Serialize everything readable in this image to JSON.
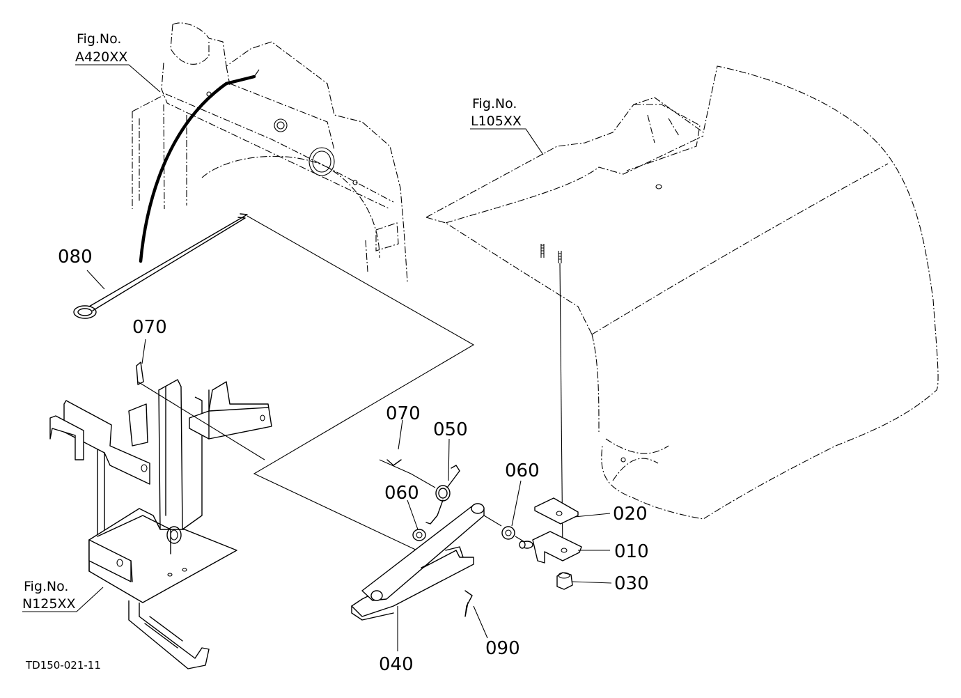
{
  "parts": {
    "p010": "010",
    "p020": "020",
    "p030": "030",
    "p040": "040",
    "p050": "050",
    "p060a": "060",
    "p060b": "060",
    "p070a": "070",
    "p070b": "070",
    "p080": "080",
    "p090": "090"
  },
  "figure_refs": {
    "a420": {
      "title": "Fig.No.",
      "code": "A420XX"
    },
    "l105": {
      "title": "Fig.No.",
      "code": "L105XX"
    },
    "n125": {
      "title": "Fig.No.",
      "code": "N125XX"
    }
  },
  "drawing_code": "TD150-021-11"
}
